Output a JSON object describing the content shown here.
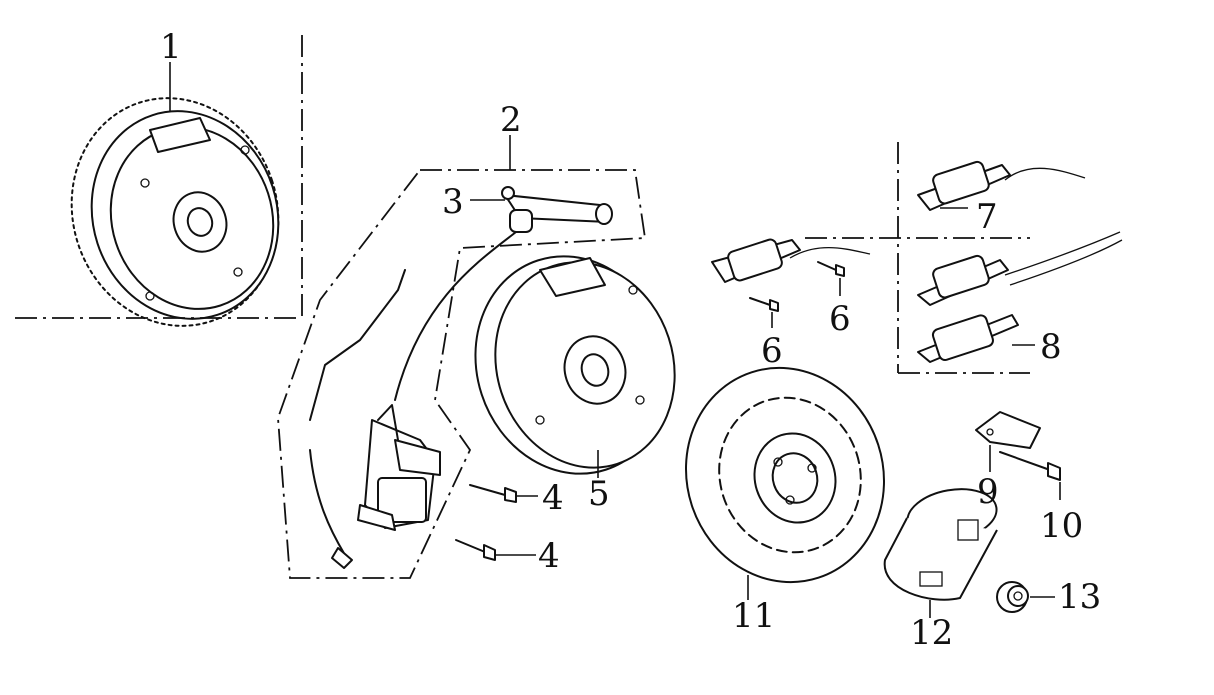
{
  "diagram": {
    "callouts": [
      {
        "id": "p1",
        "text": "1"
      },
      {
        "id": "p2",
        "text": "2"
      },
      {
        "id": "p3",
        "text": "3"
      },
      {
        "id": "p4a",
        "text": "4"
      },
      {
        "id": "p4b",
        "text": "4"
      },
      {
        "id": "p5",
        "text": "5"
      },
      {
        "id": "p6a",
        "text": "6"
      },
      {
        "id": "p6b",
        "text": "6"
      },
      {
        "id": "p7",
        "text": "7"
      },
      {
        "id": "p8",
        "text": "8"
      },
      {
        "id": "p9",
        "text": "9"
      },
      {
        "id": "p10",
        "text": "10"
      },
      {
        "id": "p11",
        "text": "11"
      },
      {
        "id": "p12",
        "text": "12"
      },
      {
        "id": "p13",
        "text": "13"
      }
    ],
    "parts": [
      {
        "id": "flywheel-ring-gear",
        "icon": "ring-gear-flywheel-icon"
      },
      {
        "id": "ignition-coil-assembly",
        "icon": "ignition-coil-icon"
      },
      {
        "id": "spark-plug-cap",
        "icon": "plug-cap-icon"
      },
      {
        "id": "flange-bolt",
        "icon": "bolt-icon"
      },
      {
        "id": "flywheel",
        "icon": "flywheel-icon"
      },
      {
        "id": "screw",
        "icon": "screw-icon"
      },
      {
        "id": "charge-coil",
        "icon": "charge-coil-icon"
      },
      {
        "id": "lighting-coil",
        "icon": "lighting-coil-icon"
      },
      {
        "id": "bracket",
        "icon": "bracket-icon"
      },
      {
        "id": "bolt",
        "icon": "bolt-icon"
      },
      {
        "id": "cooling-fan",
        "icon": "cooling-fan-icon"
      },
      {
        "id": "starter-pulley",
        "icon": "starter-cup-icon"
      },
      {
        "id": "nut",
        "icon": "nut-icon"
      }
    ],
    "colors": {
      "ink": "#111111",
      "paper": "#ffffff"
    }
  }
}
